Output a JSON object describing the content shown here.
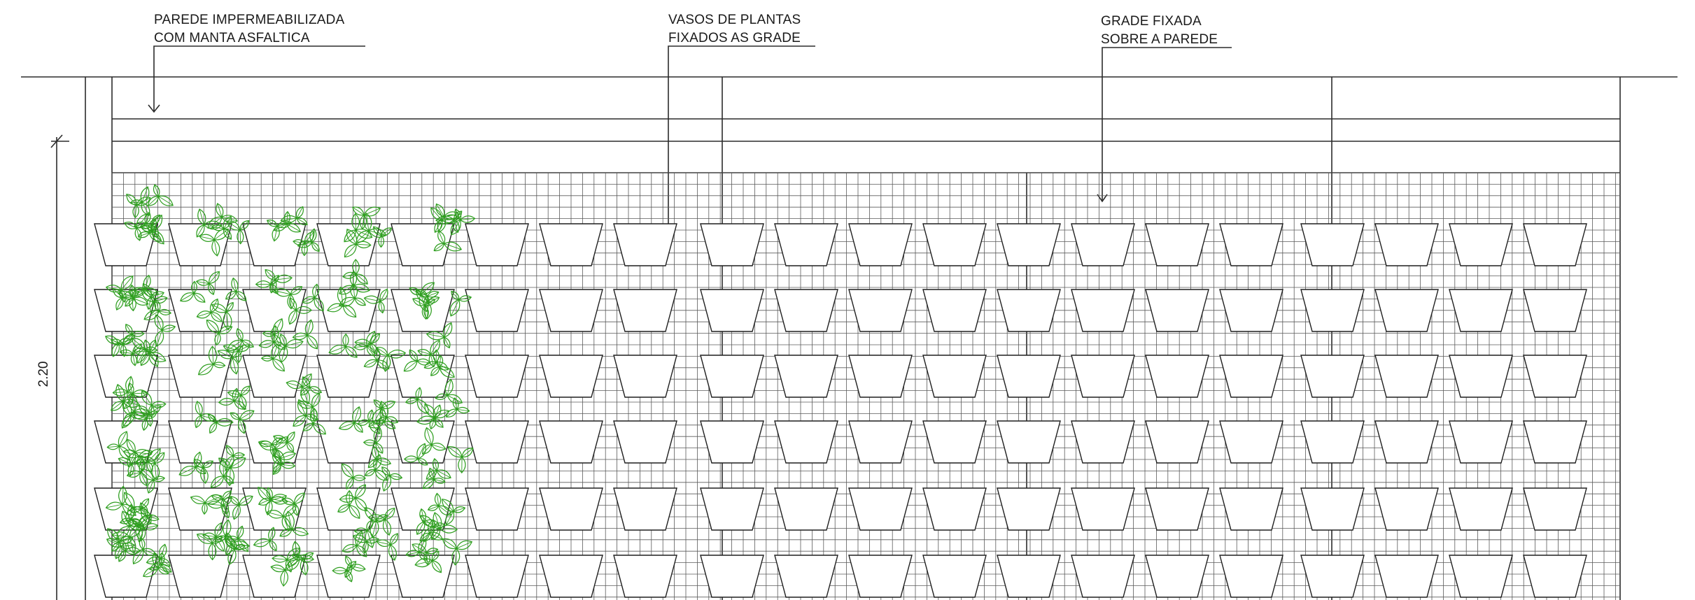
{
  "notes": [
    {
      "id": "wall",
      "lines": [
        "PAREDE IMPERMEABILIZADA",
        "COM MANTA ASFALTICA"
      ]
    },
    {
      "id": "pots",
      "lines": [
        "VASOS DE PLANTAS",
        "FIXADOS AS GRADE"
      ]
    },
    {
      "id": "grid",
      "lines": [
        "GRADE FIXADA",
        "SOBRE A PAREDE"
      ]
    }
  ],
  "dimension": {
    "label": "2.20"
  },
  "colors": {
    "line": "#2b2b2b",
    "plant": "#2e9e1f",
    "background": "#ffffff"
  }
}
